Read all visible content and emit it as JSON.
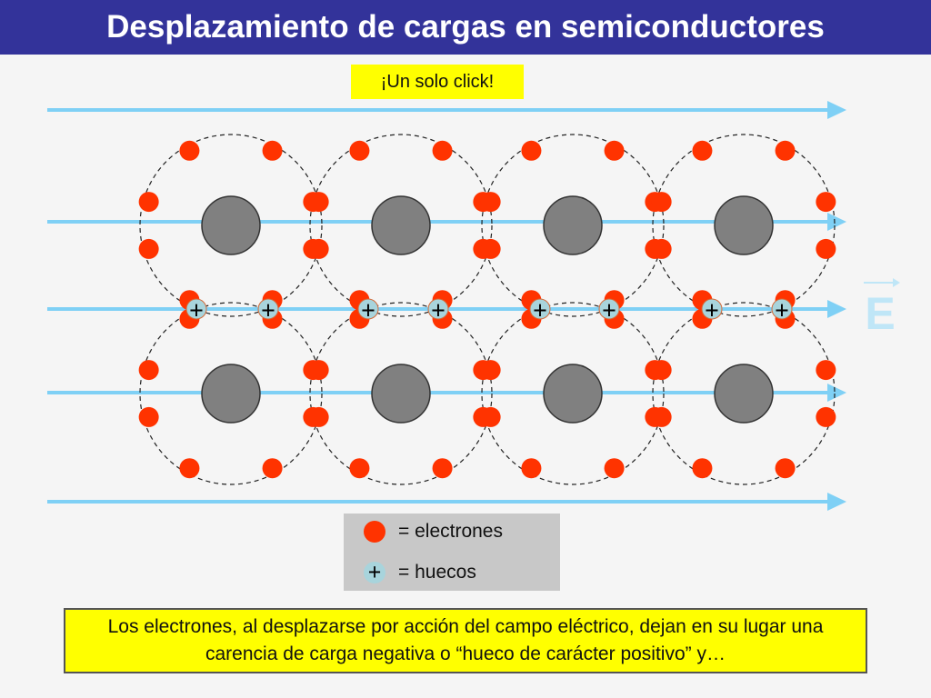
{
  "slide": {
    "title": "Desplazamiento de cargas en semiconductores",
    "click_note": "¡Un solo click!",
    "field_label": "E",
    "caption": "Los electrones, al desplazarse por acción del campo eléctrico, dejan en su lugar una carencia de carga negativa o “hueco de carácter positivo” y…"
  },
  "legend": {
    "electron_label": "= electrones",
    "hole_label": "= huecos",
    "hole_symbol": "+",
    "electron_icon": "red-dot-icon",
    "hole_icon": "plus-circle-icon"
  },
  "diagram": {
    "hole_symbol": "+",
    "lattice_rows": 2,
    "lattice_columns": 4,
    "electrons_per_atom": 8,
    "holes_shown": 8,
    "field_arrow_count": 5
  },
  "colors": {
    "title_bar": "#33339a",
    "highlight": "#ffff00",
    "field_arrow": "#7fd0f5",
    "electron": "#ff3300",
    "hole": "#a8d4dc",
    "nucleus": "#808080",
    "legend_background": "#c8c8c8"
  }
}
